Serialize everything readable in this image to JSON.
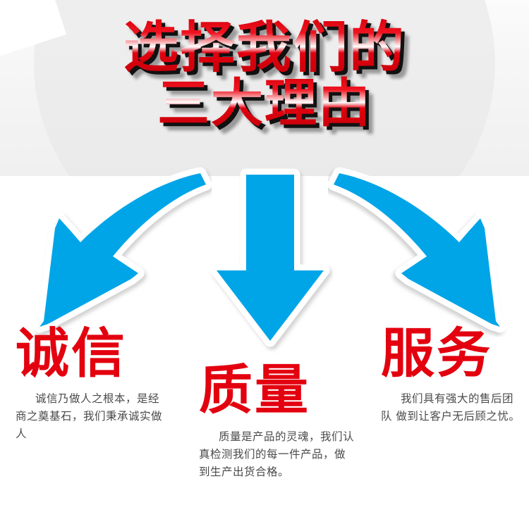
{
  "poster": {
    "title": {
      "line1": "选择我们的",
      "line2": "三大理由",
      "color": "#e2000f",
      "shadow_color": "#111111"
    },
    "theme": {
      "red": "#e3000f",
      "blue": "#00a5e8",
      "arrow_outline": "#ffffff",
      "background": "#ffffff",
      "background_ellipse": "#ececec",
      "body_text": "#4a4a4a"
    },
    "arrows": [
      {
        "name": "curved-arrow-down-left",
        "direction": "down-left",
        "color": "#00a5e8"
      },
      {
        "name": "straight-arrow-down",
        "direction": "down",
        "color": "#00a5e8"
      },
      {
        "name": "curved-arrow-down-right",
        "direction": "down-right",
        "color": "#00a5e8"
      }
    ],
    "columns": [
      {
        "id": "integrity",
        "heading": "诚信",
        "body": "诚信乃做人之根本，是经商之奠基石，我们秉承诚实做人"
      },
      {
        "id": "quality",
        "heading": "质量",
        "body": "质量是产品的灵魂，我们认真检测我们的每一件产品，做到生产出货合格。"
      },
      {
        "id": "service",
        "heading": "服务",
        "body": "我们具有强大的售后团队 做到让客户无后顾之忧。"
      }
    ]
  }
}
